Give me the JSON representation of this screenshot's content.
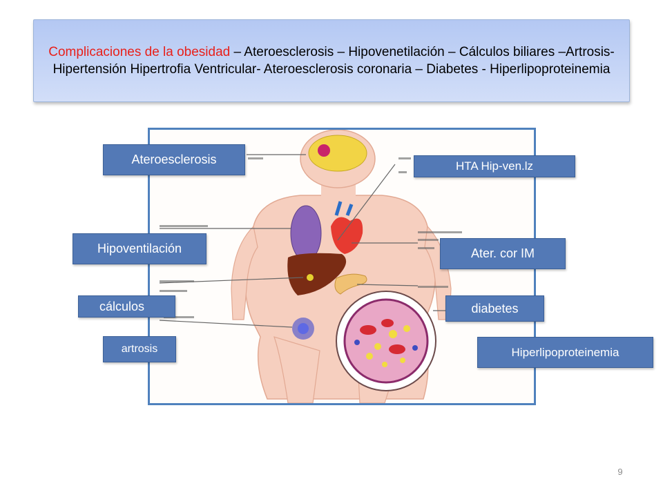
{
  "title": {
    "highlight": "Complicaciones de la obesidad",
    "rest": " – Ateroesclerosis – Hipovenetilación – Cálculos biliares –Artrosis- Hipertensión Hipertrofia Ventricular- Ateroesclerosis coronaria – Diabetes - Hiperlipoproteinemia"
  },
  "labels": {
    "ateroesclerosis": "Ateroesclerosis",
    "hta": "HTA Hip-ven.lz",
    "hipoventilacion": "Hipoventilación",
    "ater_cor": "Ater. cor IM",
    "calculos": "cálculos",
    "diabetes": "diabetes",
    "artrosis": "artrosis",
    "hiperlipo": "Hiperlipoproteinemia"
  },
  "page_number": "9",
  "colors": {
    "title_red": "#e8201a",
    "label_fill": "#5379b6",
    "frame_border": "#4f81bd",
    "skin": "#f5c9b8"
  }
}
